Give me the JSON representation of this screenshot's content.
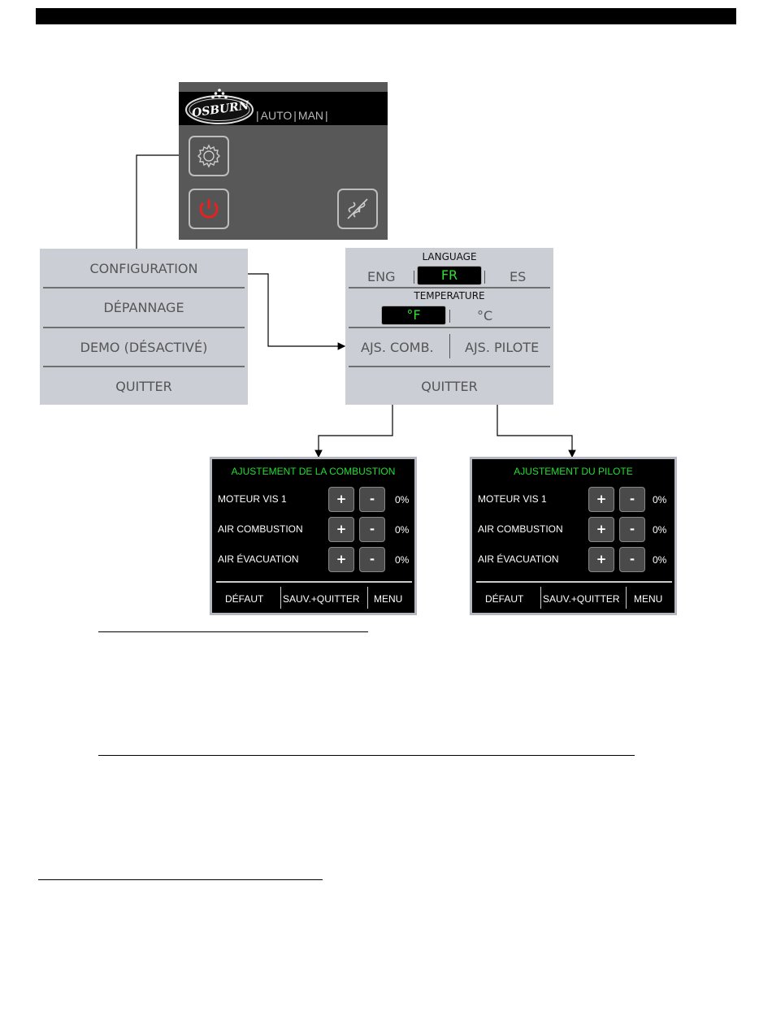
{
  "home": {
    "logo_text": "OSBURN",
    "modes": [
      "AUTO",
      "MAN"
    ]
  },
  "config_menu": {
    "items": [
      "CONFIGURATION",
      "DÉPANNAGE",
      "DEMO (DÉSACTIVÉ)",
      "QUITTER"
    ]
  },
  "settings_menu": {
    "language_label": "LANGUAGE",
    "languages": [
      "ENG",
      "FR",
      "ES"
    ],
    "selected_language": "FR",
    "temperature_label": "TEMPERATURE",
    "temp_units": [
      "°F",
      "°C"
    ],
    "selected_temp_unit": "°F",
    "comb_button": "AJS. COMB.",
    "pilot_button": "AJS. PILOTE",
    "quit": "QUITTER"
  },
  "combustion_panel": {
    "title": "AJUSTEMENT DE LA COMBUSTION",
    "rows": [
      {
        "label": "MOTEUR VIS 1",
        "plus": "+",
        "minus": "-",
        "value": "0%"
      },
      {
        "label": "AIR COMBUSTION",
        "plus": "+",
        "minus": "-",
        "value": "0%"
      },
      {
        "label": "AIR ÉVACUATION",
        "plus": "+",
        "minus": "-",
        "value": "0%"
      }
    ],
    "footer": {
      "default": "DÉFAUT",
      "save": "SAUV.+QUITTER",
      "menu": "MENU"
    }
  },
  "pilot_panel": {
    "title": "AJUSTEMENT DU PILOTE",
    "rows": [
      {
        "label": "MOTEUR VIS 1",
        "plus": "+",
        "minus": "-",
        "value": "0%"
      },
      {
        "label": "AIR COMBUSTION",
        "plus": "+",
        "minus": "-",
        "value": "0%"
      },
      {
        "label": "AIR ÉVACUATION",
        "plus": "+",
        "minus": "-",
        "value": "0%"
      }
    ],
    "footer": {
      "default": "DÉFAUT",
      "save": "SAUV.+QUITTER",
      "menu": "MENU"
    }
  },
  "colors": {
    "accent_green": "#2ee02e",
    "power_red": "#e82020",
    "menu_gray": "#ccced6"
  },
  "icons": [
    "gear-icon",
    "power-icon",
    "auger-icon",
    "flame-icon"
  ]
}
